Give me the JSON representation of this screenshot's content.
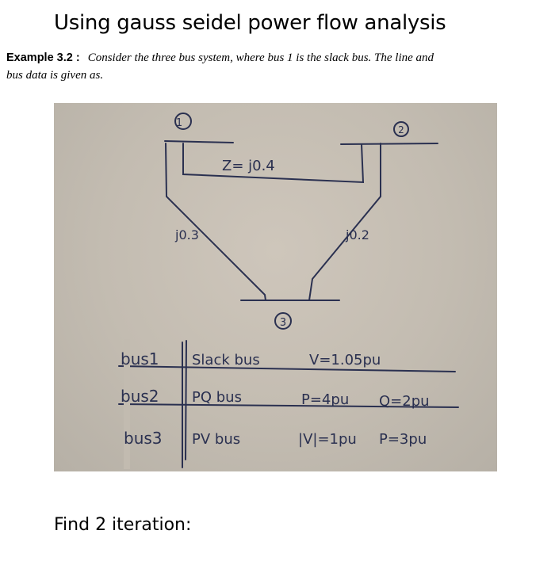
{
  "header": {
    "title": "Using gauss seidel power flow analysis"
  },
  "example": {
    "label": "Example 3.2 :",
    "text_line1": "Consider the three bus system, where bus 1 is the slack bus. The line and",
    "text_line2": "bus data is given as."
  },
  "diagram": {
    "bus_labels": [
      "1",
      "2",
      "3"
    ],
    "line_12_label": "Z= j0.4",
    "line_13_label": "j0.3",
    "line_23_label": "j0.2",
    "ink_color": "#2a3050",
    "paper_color": "#c6bfb4"
  },
  "bus_table": {
    "rows": [
      {
        "bus": "bus1",
        "type": "Slack bus",
        "spec1": "V=1.05pu",
        "spec2": ""
      },
      {
        "bus": "bus2",
        "type": "PQ bus",
        "spec1": "P=4pu",
        "spec2": "Q=2pu"
      },
      {
        "bus": "bus3",
        "type": "PV bus",
        "spec1": "|V|=1pu",
        "spec2": "P=3pu"
      }
    ]
  },
  "footer": {
    "prompt": "Find 2 iteration:"
  }
}
